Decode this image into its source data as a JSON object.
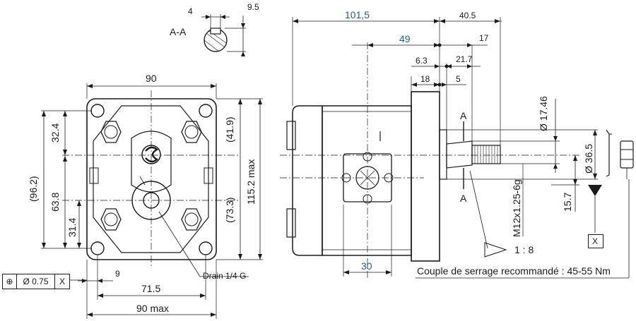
{
  "front_view": {
    "top_width": "90",
    "bottom_width": "90 max",
    "hole_spacing": "71.5",
    "hole_offset": "9",
    "left_overall": "(96.2)",
    "left_upper": "32.4",
    "left_lower": "63.8",
    "left_bottom": "31.4",
    "right_upper": "(41.9)",
    "right_lower": "(73.3)",
    "right_overall": "115.2 max",
    "drain_label": "Drain 1/4 G"
  },
  "position_tolerance": {
    "symbol": "⊕",
    "value": "Ø 0.75",
    "datum": "X"
  },
  "section": {
    "label": "A-A",
    "key_width": "4",
    "key_height": "9.5",
    "mark_top": "A",
    "mark_bottom": "A"
  },
  "side_view": {
    "overall_length": "101,5",
    "flange_offset": "49",
    "pilot_offset": "40.5",
    "shaft_17": "17",
    "dim_6_3": "6.3",
    "dim_21_7": "21.7",
    "dim_18": "18",
    "dim_5": "5",
    "bore_diameter": "Ø 17.46",
    "shaft_diameter": "Ø 36.5",
    "thread": "M12x1.25-6g",
    "dim_15_7": "15.7",
    "taper": "1 : 8",
    "port_size": "30",
    "datum_x": "X",
    "torque_note": "Couple de serrage recommandé : 45-55 Nm"
  }
}
